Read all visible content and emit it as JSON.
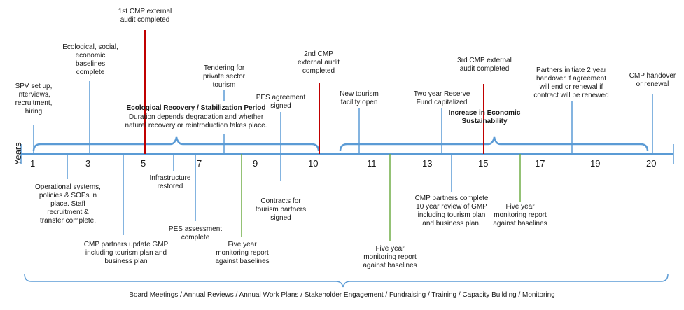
{
  "axis": {
    "label": "Years",
    "ticks": [
      "1",
      "3",
      "5",
      "7",
      "9",
      "10",
      "11",
      "13",
      "15",
      "17",
      "19",
      "20"
    ]
  },
  "milestones": {
    "spv_setup": "SPV set up,\ninterviews,\nrecruitment,\nhiring",
    "baselines": "Ecological, social,\neconomic\nbaselines\ncomplete",
    "audit1": "1st CMP external\naudit completed",
    "tendering": "Tendering for\nprivate sector\ntourism",
    "pes_agreement": "PES agreement\nsigned",
    "audit2": "2nd CMP\nexternal audit\ncompleted",
    "tourism_open": "New tourism\nfacility open",
    "reserve_fund": "Two year Reserve\nFund capitalized",
    "audit3": "3rd CMP external\naudit completed",
    "handover_notice": "Partners initiate 2 year\nhandover if agreement\nwill end or renewal if\ncontract will be renewed",
    "handover": "CMP handover\nor renewal",
    "ops_systems": "Operational systems,\npolicies & SOPs in\nplace. Staff\nrecruitment &\ntransfer complete.",
    "infrastructure": "Infrastructure\nrestored",
    "pes_assessment": "PES assessment\ncomplete",
    "gmp_update": "CMP partners update GMP\nincluding tourism plan and\nbusiness plan",
    "monitor1": "Five year\nmonitoring report\nagainst baselines",
    "contracts": "Contracts for\ntourism partners\nsigned",
    "monitor2": "Five year\nmonitoring report\nagainst baselines",
    "review10": "CMP partners complete\n10 year review of GMP\nincluding tourism plan\nand business plan.",
    "monitor3": "Five year\nmonitoring report\nagainst baselines"
  },
  "periods": {
    "recovery_title": "Ecological Recovery / Stabilization Period",
    "recovery_desc": "Duration depends degradation and whether\nnatural recovery or reintroduction takes place.",
    "sustain_title": "Increase in Economic\nSustainability"
  },
  "footer": "Board Meetings / Annual Reviews / Annual Work Plans / Stakeholder Engagement / Fundraising / Training / Capacity Building / Monitoring",
  "colors": {
    "blue": "#5b9bd5",
    "red": "#c00000",
    "green": "#70ad47"
  }
}
